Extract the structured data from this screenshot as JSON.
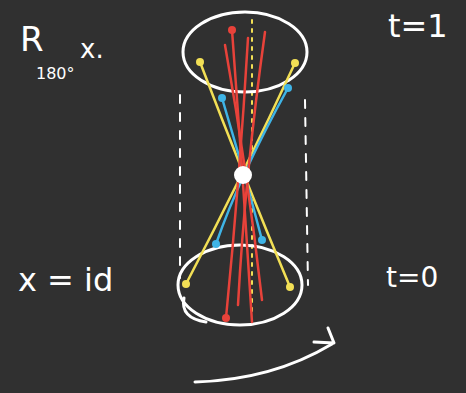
{
  "diagram": {
    "labels": [
      "R",
      "180°",
      "x.",
      "t=1",
      "x = id",
      "t=0"
    ]
  }
}
